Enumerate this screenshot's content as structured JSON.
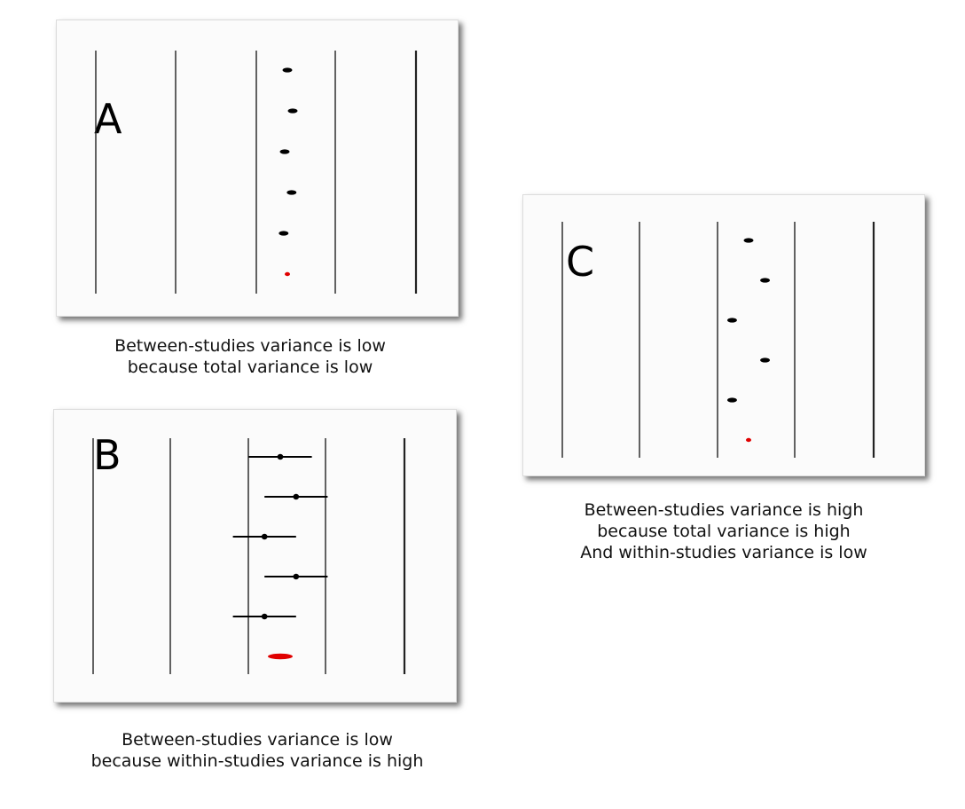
{
  "panels": {
    "a": {
      "letter": "A",
      "caption": [
        "Between-studies variance is low",
        "because total variance is low"
      ],
      "studies": [
        {
          "estimate": 0.0
        },
        {
          "estimate": 0.1
        },
        {
          "estimate": -0.05
        },
        {
          "estimate": 0.08
        },
        {
          "estimate": -0.07
        }
      ],
      "pooled": {
        "estimate": 0.0,
        "color": "#e00000"
      }
    },
    "b": {
      "letter": "B",
      "caption": [
        "Between-studies variance is low",
        "because within-studies variance is high"
      ],
      "studies": [
        {
          "estimate": 0.0,
          "ci": [
            -0.4,
            0.4
          ]
        },
        {
          "estimate": 0.2,
          "ci": [
            -0.2,
            0.6
          ]
        },
        {
          "estimate": -0.2,
          "ci": [
            -0.6,
            0.2
          ]
        },
        {
          "estimate": 0.2,
          "ci": [
            -0.2,
            0.6
          ]
        },
        {
          "estimate": -0.2,
          "ci": [
            -0.6,
            0.2
          ]
        }
      ],
      "pooled": {
        "estimate": 0.0,
        "color": "#e00000"
      }
    },
    "c": {
      "letter": "C",
      "caption": [
        "Between-studies variance is high",
        "because total variance is high",
        "And within-studies variance is low"
      ],
      "studies": [
        {
          "estimate": 0.0
        },
        {
          "estimate": 0.35
        },
        {
          "estimate": -0.35
        },
        {
          "estimate": 0.35
        },
        {
          "estimate": -0.35
        }
      ],
      "pooled": {
        "estimate": 0.0,
        "color": "#e00000"
      }
    }
  }
}
